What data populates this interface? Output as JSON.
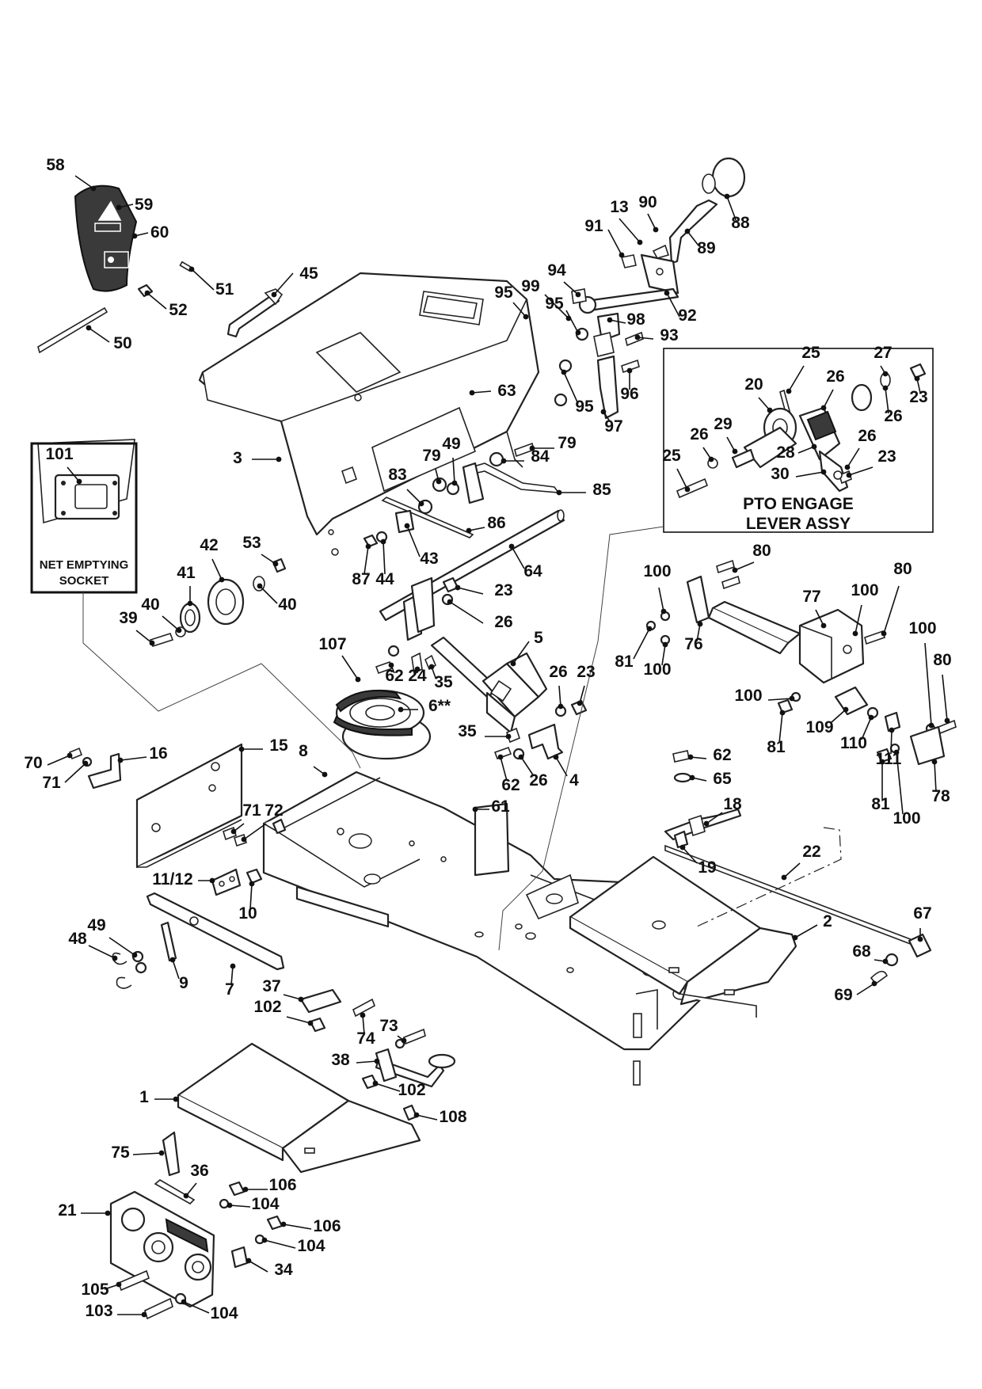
{
  "insets": {
    "pto_title_1": "PTO ENGAGE",
    "pto_title_2": "LEVER ASSY",
    "socket_title_1": "NET EMPTYING",
    "socket_title_2": "SOCKET"
  },
  "callouts": [
    {
      "id": "c58",
      "label": "58"
    },
    {
      "id": "c59",
      "label": "59"
    },
    {
      "id": "c60",
      "label": "60"
    },
    {
      "id": "c51",
      "label": "51"
    },
    {
      "id": "c52",
      "label": "52"
    },
    {
      "id": "c50",
      "label": "50"
    },
    {
      "id": "c45",
      "label": "45"
    },
    {
      "id": "c63",
      "label": "63"
    },
    {
      "id": "c3",
      "label": "3"
    },
    {
      "id": "c13",
      "label": "13"
    },
    {
      "id": "c90",
      "label": "90"
    },
    {
      "id": "c88",
      "label": "88"
    },
    {
      "id": "c91",
      "label": "91"
    },
    {
      "id": "c89",
      "label": "89"
    },
    {
      "id": "c94",
      "label": "94"
    },
    {
      "id": "c95a",
      "label": "95"
    },
    {
      "id": "c99",
      "label": "99"
    },
    {
      "id": "c95b",
      "label": "95"
    },
    {
      "id": "c92",
      "label": "92"
    },
    {
      "id": "c98",
      "label": "98"
    },
    {
      "id": "c93",
      "label": "93"
    },
    {
      "id": "c96",
      "label": "96"
    },
    {
      "id": "c95c",
      "label": "95"
    },
    {
      "id": "c97",
      "label": "97"
    },
    {
      "id": "c79a",
      "label": "79"
    },
    {
      "id": "c84",
      "label": "84"
    },
    {
      "id": "c79b",
      "label": "79"
    },
    {
      "id": "c49a",
      "label": "49"
    },
    {
      "id": "c83",
      "label": "83"
    },
    {
      "id": "c85",
      "label": "85"
    },
    {
      "id": "c86",
      "label": "86"
    },
    {
      "id": "c43",
      "label": "43"
    },
    {
      "id": "c87",
      "label": "87"
    },
    {
      "id": "c44",
      "label": "44"
    },
    {
      "id": "c64",
      "label": "64"
    },
    {
      "id": "c23a",
      "label": "23"
    },
    {
      "id": "c26a",
      "label": "26"
    },
    {
      "id": "c5",
      "label": "5"
    },
    {
      "id": "c107",
      "label": "107"
    },
    {
      "id": "c62a",
      "label": "62"
    },
    {
      "id": "c24",
      "label": "24"
    },
    {
      "id": "c35a",
      "label": "35"
    },
    {
      "id": "c6",
      "label": "6**"
    },
    {
      "id": "c26b",
      "label": "26"
    },
    {
      "id": "c23b",
      "label": "23"
    },
    {
      "id": "c35b",
      "label": "35"
    },
    {
      "id": "c62b",
      "label": "62"
    },
    {
      "id": "c26c",
      "label": "26"
    },
    {
      "id": "c4",
      "label": "4"
    },
    {
      "id": "c101",
      "label": "101"
    },
    {
      "id": "c42",
      "label": "42"
    },
    {
      "id": "c53",
      "label": "53"
    },
    {
      "id": "c41",
      "label": "41"
    },
    {
      "id": "c40a",
      "label": "40"
    },
    {
      "id": "c40b",
      "label": "40"
    },
    {
      "id": "c39",
      "label": "39"
    },
    {
      "id": "c70",
      "label": "70"
    },
    {
      "id": "c71a",
      "label": "71"
    },
    {
      "id": "c16",
      "label": "16"
    },
    {
      "id": "c15",
      "label": "15"
    },
    {
      "id": "c8",
      "label": "8"
    },
    {
      "id": "c61",
      "label": "61"
    },
    {
      "id": "c71b",
      "label": "71"
    },
    {
      "id": "c72",
      "label": "72"
    },
    {
      "id": "c1112",
      "label": "11/12"
    },
    {
      "id": "c10",
      "label": "10"
    },
    {
      "id": "c48",
      "label": "48"
    },
    {
      "id": "c49b",
      "label": "49"
    },
    {
      "id": "c9",
      "label": "9"
    },
    {
      "id": "c7",
      "label": "7"
    },
    {
      "id": "c37",
      "label": "37"
    },
    {
      "id": "c102a",
      "label": "102"
    },
    {
      "id": "c74",
      "label": "74"
    },
    {
      "id": "c73",
      "label": "73"
    },
    {
      "id": "c38",
      "label": "38"
    },
    {
      "id": "c102b",
      "label": "102"
    },
    {
      "id": "c108",
      "label": "108"
    },
    {
      "id": "c1",
      "label": "1"
    },
    {
      "id": "c75",
      "label": "75"
    },
    {
      "id": "c36",
      "label": "36"
    },
    {
      "id": "c106a",
      "label": "106"
    },
    {
      "id": "c104a",
      "label": "104"
    },
    {
      "id": "c21",
      "label": "21"
    },
    {
      "id": "c106b",
      "label": "106"
    },
    {
      "id": "c104b",
      "label": "104"
    },
    {
      "id": "c34",
      "label": "34"
    },
    {
      "id": "c105",
      "label": "105"
    },
    {
      "id": "c103",
      "label": "103"
    },
    {
      "id": "c104c",
      "label": "104"
    },
    {
      "id": "c2",
      "label": "2"
    },
    {
      "id": "c67",
      "label": "67"
    },
    {
      "id": "c68",
      "label": "68"
    },
    {
      "id": "c69",
      "label": "69"
    },
    {
      "id": "c18",
      "label": "18"
    },
    {
      "id": "c19",
      "label": "19"
    },
    {
      "id": "c22",
      "label": "22"
    },
    {
      "id": "c62c",
      "label": "62"
    },
    {
      "id": "c65",
      "label": "65"
    },
    {
      "id": "c80a",
      "label": "80"
    },
    {
      "id": "c100a",
      "label": "100"
    },
    {
      "id": "c81a",
      "label": "81"
    },
    {
      "id": "c76",
      "label": "76"
    },
    {
      "id": "c100b",
      "label": "100"
    },
    {
      "id": "c77",
      "label": "77"
    },
    {
      "id": "c100c",
      "label": "100"
    },
    {
      "id": "c80b",
      "label": "80"
    },
    {
      "id": "c100d",
      "label": "100"
    },
    {
      "id": "c80c",
      "label": "80"
    },
    {
      "id": "c100e",
      "label": "100"
    },
    {
      "id": "c81b",
      "label": "81"
    },
    {
      "id": "c109",
      "label": "109"
    },
    {
      "id": "c110",
      "label": "110"
    },
    {
      "id": "c111",
      "label": "111"
    },
    {
      "id": "c81c",
      "label": "81"
    },
    {
      "id": "c100f",
      "label": "100"
    },
    {
      "id": "c78",
      "label": "78"
    },
    {
      "id": "c25a",
      "label": "25"
    },
    {
      "id": "c26d",
      "label": "26"
    },
    {
      "id": "c27",
      "label": "27"
    },
    {
      "id": "c23c",
      "label": "23"
    },
    {
      "id": "c20",
      "label": "20"
    },
    {
      "id": "c26e",
      "label": "26"
    },
    {
      "id": "c29",
      "label": "29"
    },
    {
      "id": "c26f",
      "label": "26"
    },
    {
      "id": "c28",
      "label": "28"
    },
    {
      "id": "c26g",
      "label": "26"
    },
    {
      "id": "c25b",
      "label": "25"
    },
    {
      "id": "c23d",
      "label": "23"
    },
    {
      "id": "c30",
      "label": "30"
    }
  ]
}
